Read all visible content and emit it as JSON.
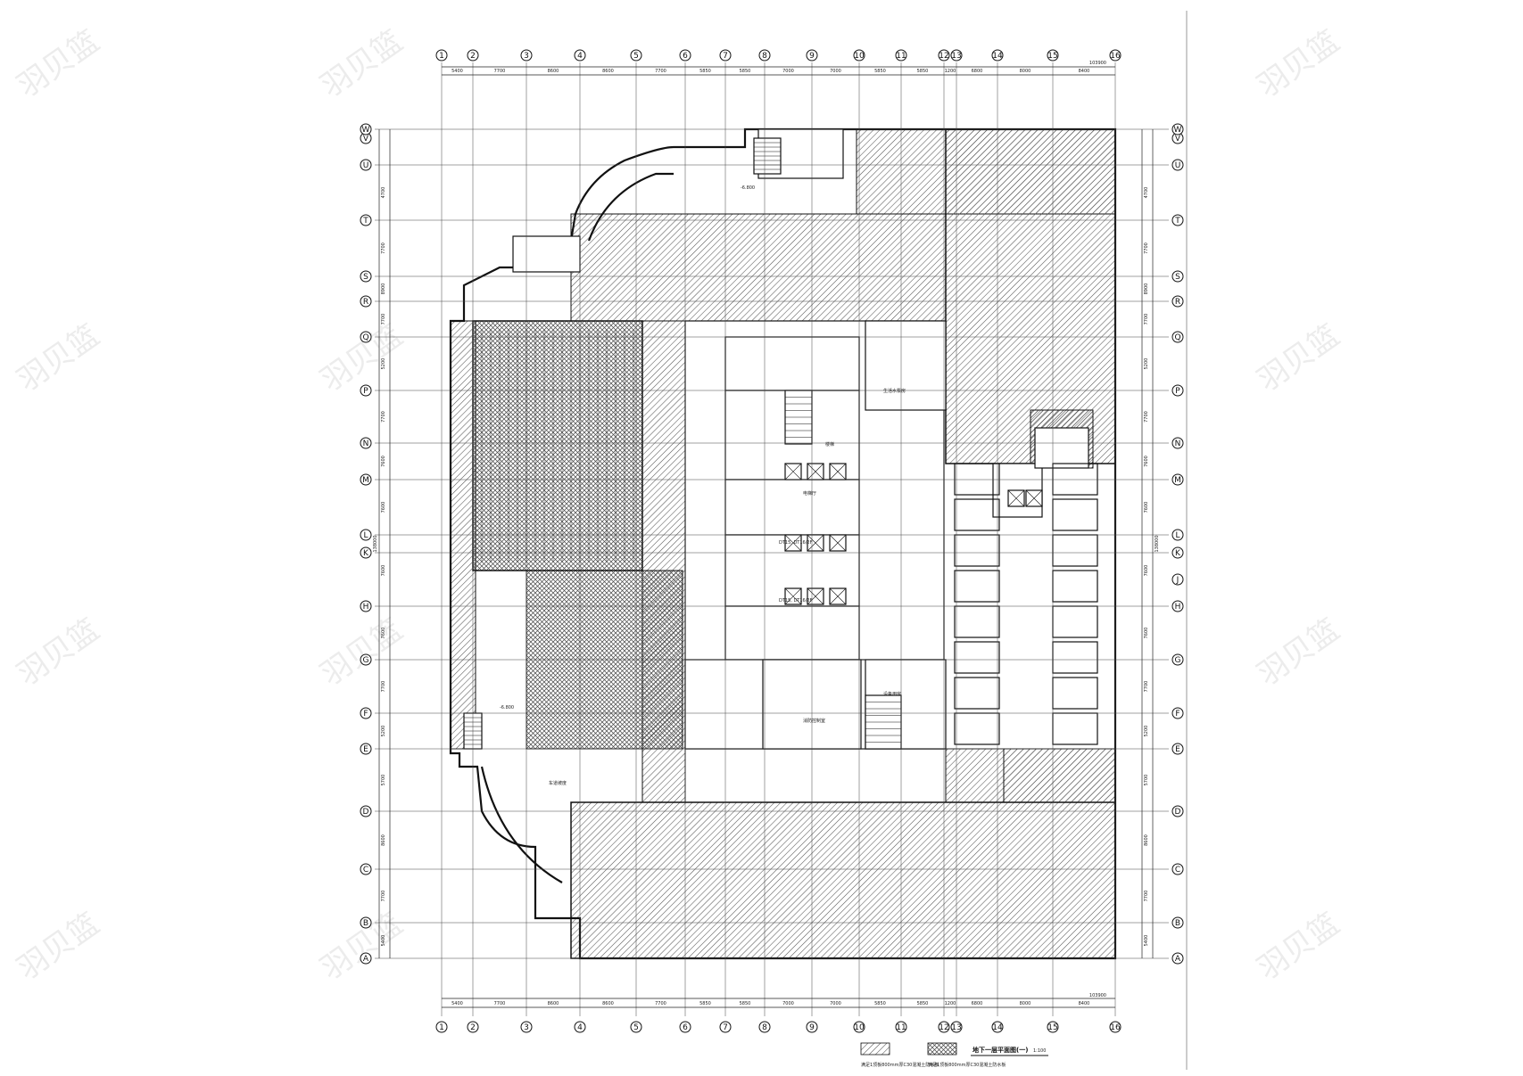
{
  "drawing": {
    "title": "地下一层平面图(一)",
    "scale": "1:100",
    "watermark": "羽贝篮",
    "legend": [
      {
        "pattern": "diag",
        "text": "满足1顶板800mm厚C30混凝土防水板"
      },
      {
        "pattern": "cross",
        "text": "满足1顶板800mm厚C30混凝土防水板"
      }
    ]
  },
  "grids": {
    "columns": [
      "1",
      "2",
      "3",
      "4",
      "5",
      "6",
      "7",
      "8",
      "9",
      "10",
      "11",
      "12",
      "13",
      "14",
      "15",
      "16"
    ],
    "rows": [
      "A",
      "B",
      "C",
      "D",
      "E",
      "F",
      "G",
      "H",
      "J",
      "K",
      "L",
      "M",
      "N",
      "P",
      "Q",
      "R",
      "S",
      "T",
      "U",
      "V",
      "W"
    ],
    "left_row_labels": [
      "A",
      "B",
      "C",
      "D",
      "E",
      "F",
      "G",
      "H",
      "K",
      "L",
      "M",
      "N",
      "P",
      "Q",
      "R",
      "S",
      "T",
      "U",
      "V",
      "W"
    ],
    "right_row_labels": [
      "A",
      "B",
      "C",
      "D",
      "E",
      "F",
      "G",
      "H",
      "J",
      "K",
      "L",
      "M",
      "N",
      "P",
      "Q",
      "R",
      "S",
      "T",
      "U",
      "V",
      "W"
    ],
    "column_spacings": [
      "5400",
      "7700",
      "8600",
      "8600",
      "7700",
      "5850",
      "5850",
      "7000",
      "7000",
      "5850",
      "5850",
      "1200",
      "6800",
      "8000",
      "8400"
    ],
    "total_width": "103900",
    "row_spacings_left": [
      "5400",
      "7700",
      "8600",
      "5700",
      "5200",
      "7700",
      "7600",
      "7600",
      "7600",
      "7600",
      "7700",
      "5200",
      "7700",
      "8900",
      "7700",
      "4700"
    ],
    "total_height": "138000"
  },
  "room_labels": {
    "stair": "楼梯",
    "elevator_hall": "电梯厅",
    "fire_room": "消防控制室",
    "lift_group_1": "DT15, DT16/2F",
    "lift_group_2": "DT15, DT16/2F",
    "level_mark": "-6.800",
    "ramp_note": "车道坡度",
    "pump": "生活水泵房",
    "equipment": "设备用房"
  }
}
